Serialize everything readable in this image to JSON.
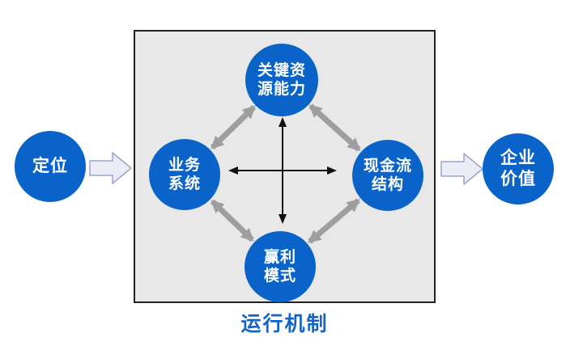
{
  "diagram": {
    "outer_left_node": {
      "label": "定位"
    },
    "outer_right_node": {
      "line1": "企业",
      "line2": "价值"
    },
    "box_nodes": {
      "top": {
        "line1": "关键资",
        "line2": "源能力"
      },
      "left": {
        "line1": "业务",
        "line2": "系统"
      },
      "right": {
        "line1": "现金流",
        "line2": "结构"
      },
      "bottom": {
        "line1": "赢利",
        "line2": "模式"
      }
    },
    "box_caption": "运行机制",
    "colors": {
      "node_blue": "#0a63c8",
      "box_fill": "#e8e8e8",
      "box_border": "#222222",
      "gray_arrow": "#9e9e9e",
      "black_arrow": "#111111",
      "flow_arrow_fill": "#eaedf4",
      "flow_arrow_stroke": "#98a4ce",
      "caption_blue": "#1365c9"
    }
  }
}
